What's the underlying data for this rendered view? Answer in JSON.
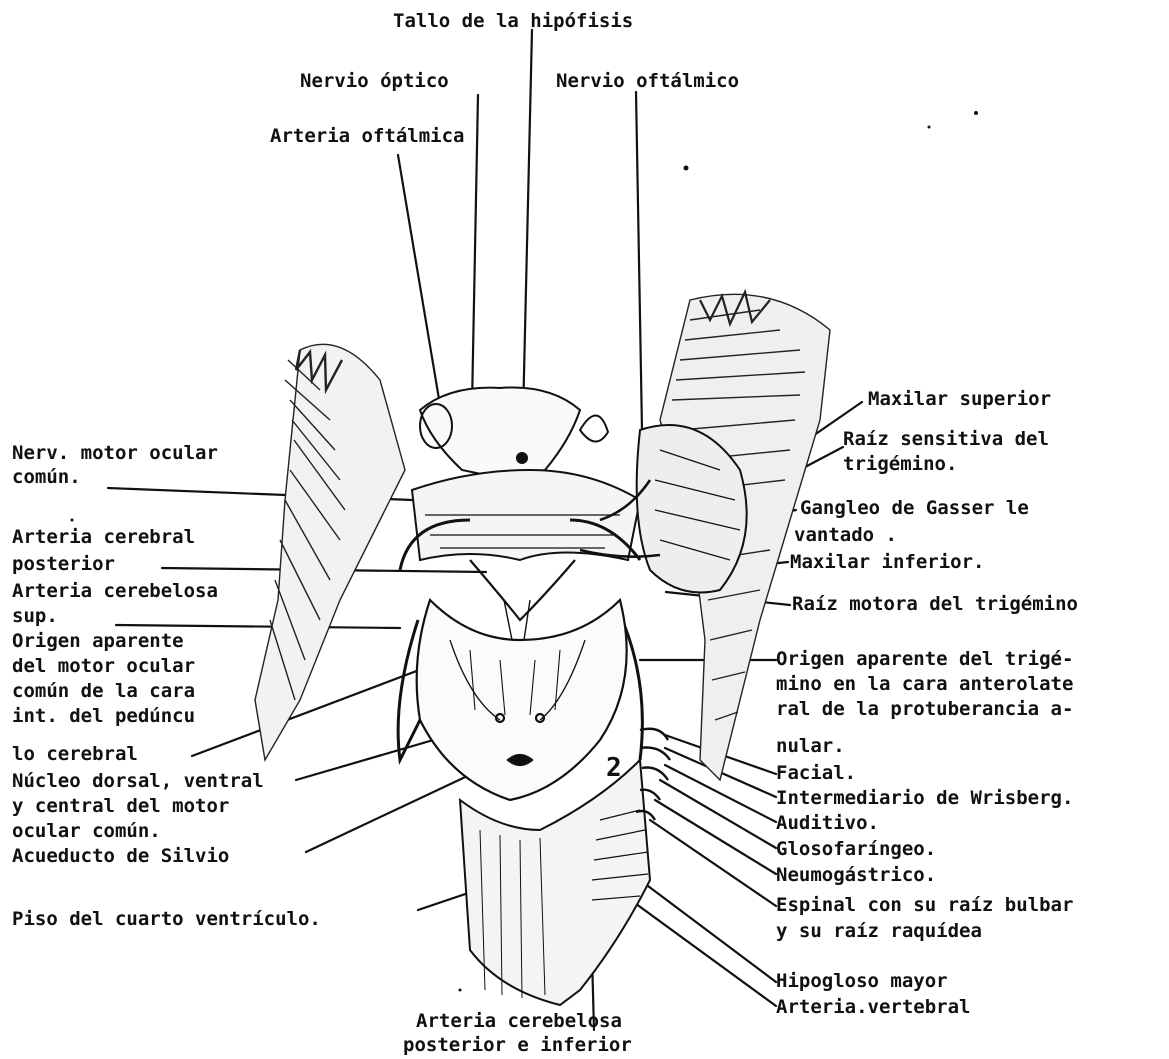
{
  "labels": {
    "tallo": "Tallo de la hipófisis",
    "nervio_optico": "Nervio óptico",
    "nervio_oftalmico": "Nervio oftálmico",
    "arteria_oftalmica": "Arteria oftálmica",
    "nerv_motor_1": "Nerv. motor ocular",
    "nerv_motor_2": "común.",
    "art_cerebral_1": "Arteria cerebral",
    "art_cerebral_2": "posterior",
    "art_cerebelosa_sup_1": "Arteria cerebelosa",
    "art_cerebelosa_sup_2": "sup.",
    "origen_motor_1": "Origen aparente",
    "origen_motor_2": "del motor ocular",
    "origen_motor_3": "común de la cara",
    "origen_motor_4": "int. del pedúncu",
    "origen_motor_5": "lo cerebral",
    "nucleo_1": "Núcleo dorsal, ventral",
    "nucleo_2": "y central del motor",
    "nucleo_3": "ocular común.",
    "acueducto": "Acueducto de Silvio",
    "piso": "Piso del cuarto ventrículo.",
    "art_cerebelosa_post_1": "Arteria cerebelosa",
    "art_cerebelosa_post_2": "posterior e inferior",
    "maxilar_superior": "Maxilar superior",
    "raiz_sensitiva_1": "Raíz sensitiva del",
    "raiz_sensitiva_2": "trigémino.",
    "gangleo_1": "Gangleo de Gasser le",
    "gangleo_2": "vantado .",
    "maxilar_inferior": "Maxilar inferior.",
    "raiz_motora": "Raíz motora del trigémino",
    "origen_trig_1": "Origen aparente del trigé-",
    "origen_trig_2": "mino en la cara anterolate",
    "origen_trig_3": "ral de la protuberancia a-",
    "origen_trig_4": "nular.",
    "facial": "Facial.",
    "intermediario": "Intermediario de Wrisberg.",
    "auditivo": "Auditivo.",
    "glosofaringeo": "Glosofaríngeo.",
    "neumogastrico": "Neumogástrico.",
    "espinal_1": "Espinal con su raíz bulbar",
    "espinal_2": "y su raíz raquídea",
    "hipogloso": "Hipogloso mayor",
    "arteria_vertebral": "Arteria.vertebral",
    "numero": "2"
  }
}
